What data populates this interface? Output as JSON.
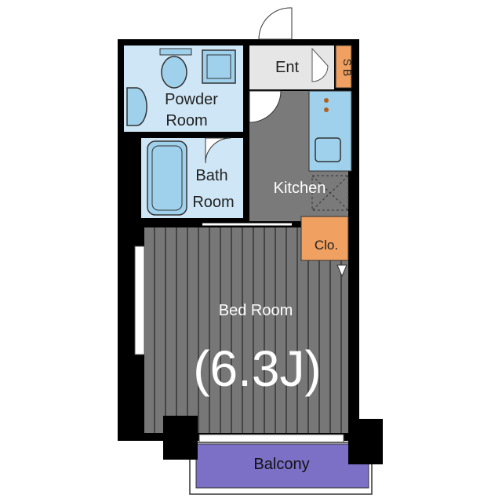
{
  "rooms": {
    "entrance": "Ent",
    "shoe_box": "S B",
    "powder_room_line1": "Powder",
    "powder_room_line2": "Room",
    "bath_room_line1": "Bath",
    "bath_room_line2": "Room",
    "kitchen": "Kitchen",
    "closet": "Clo.",
    "bed_room": "Bed Room",
    "bed_room_size": "(6.3J)",
    "balcony": "Balcony"
  },
  "colors": {
    "wall": "#000000",
    "wet_area": "#cfe6f6",
    "fixture": "#9fd1ec",
    "floor": "#7a7a7a",
    "entrance": "#e6e6e6",
    "storage": "#f0a060",
    "balcony": "#7b6fc6"
  }
}
